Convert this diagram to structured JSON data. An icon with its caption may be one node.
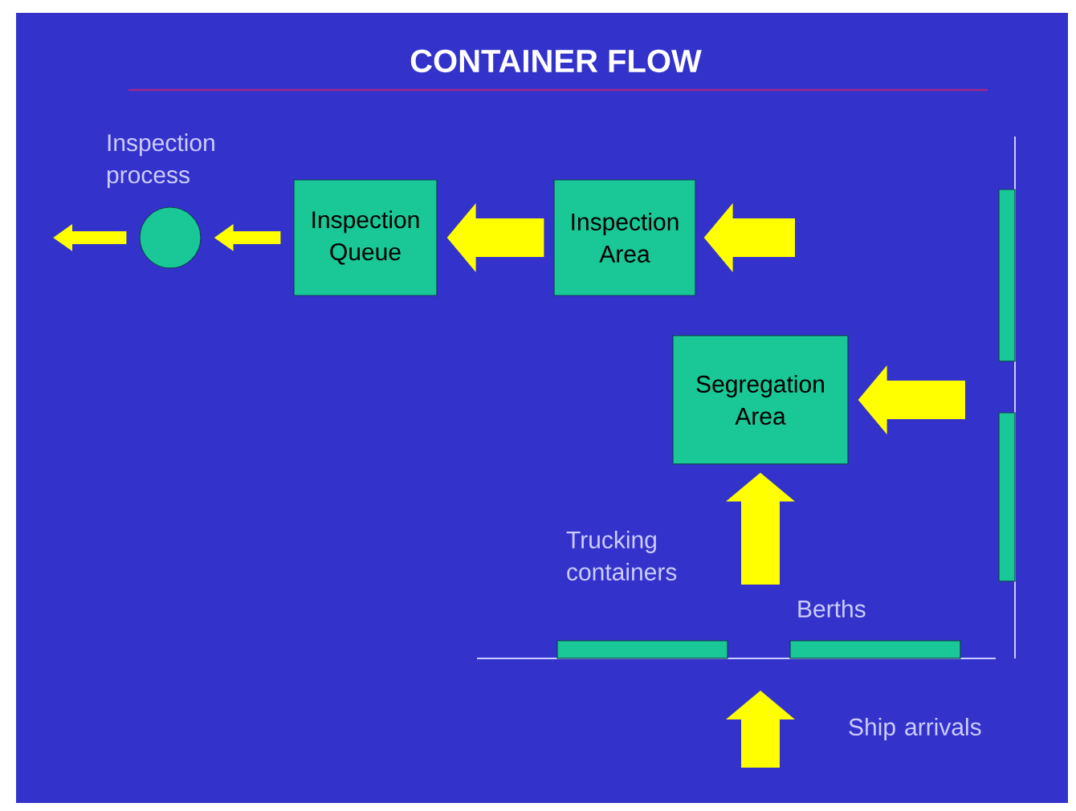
{
  "diagram": {
    "title": "CONTAINER FLOW",
    "nodes": [
      {
        "text": [],
        "shape": "circle",
        "beside": [
          "Inspection process"
        ]
      },
      {
        "text": [
          "Inspection Queue"
        ]
      },
      {
        "text": [
          "Inspection Area"
        ]
      },
      {
        "text": [
          "Segregation Area"
        ]
      },
      {
        "text": [],
        "shape": "bar"
      },
      {
        "text": [],
        "shape": "bar"
      },
      {
        "text": [],
        "shape": "bar"
      },
      {
        "text": [],
        "shape": "bar"
      }
    ],
    "edges": [
      {
        "from": 0,
        "to": null,
        "arrow": "to"
      },
      {
        "from": 1,
        "to": 0,
        "arrow": "to"
      },
      {
        "from": 2,
        "to": 1,
        "arrow": "to"
      },
      {
        "from": null,
        "to": 2,
        "arrow": "to"
      },
      {
        "from": null,
        "to": 3,
        "arrow": "to"
      },
      {
        "from": null,
        "to": 3,
        "arrow": "to"
      }
    ],
    "labels": [
      "Trucking containers",
      "Berths",
      "Ship arrivals"
    ]
  }
}
